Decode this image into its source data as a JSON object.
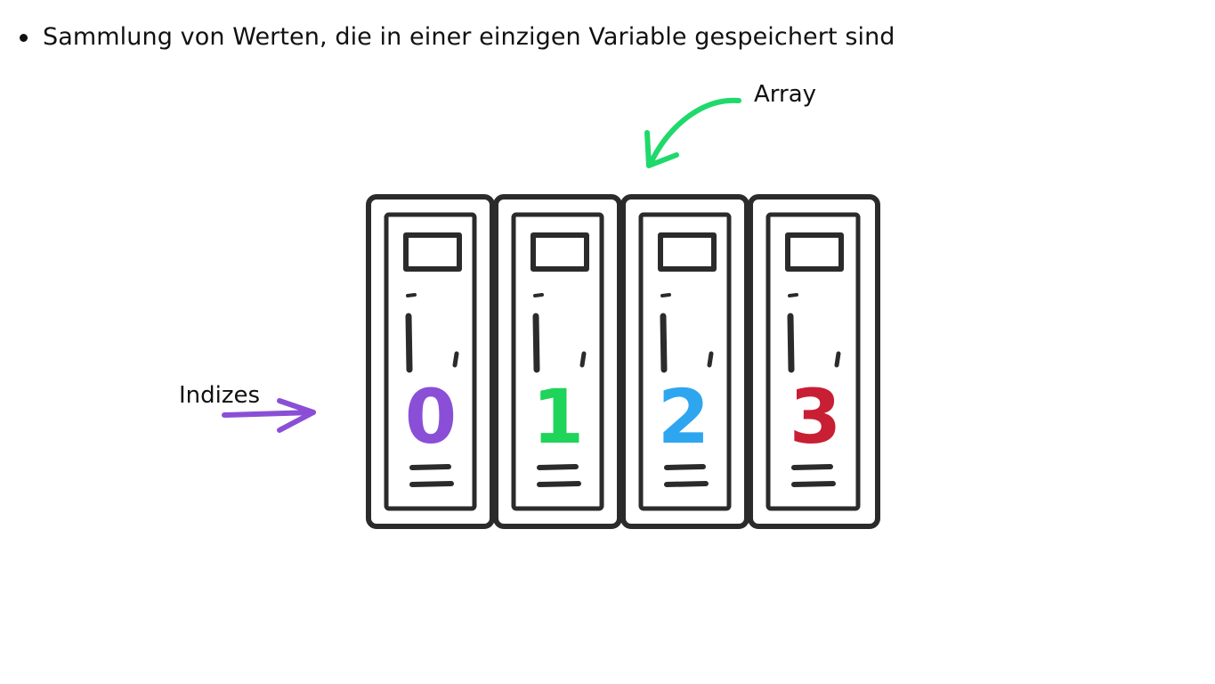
{
  "slide": {
    "bullet": "Sammlung von Werten, die in einer einzigen Variable gespeichert sind"
  },
  "labels": {
    "array": "Array",
    "indices": "Indizes"
  },
  "binders": [
    {
      "index": "0",
      "color": "#8a4fd6"
    },
    {
      "index": "1",
      "color": "#1fd45a"
    },
    {
      "index": "2",
      "color": "#2ea6ef"
    },
    {
      "index": "3",
      "color": "#c81f35"
    }
  ],
  "colors": {
    "outline": "#2b2b2b",
    "array_arrow": "#1fd96b",
    "indices_arrow": "#8a4fd6"
  }
}
